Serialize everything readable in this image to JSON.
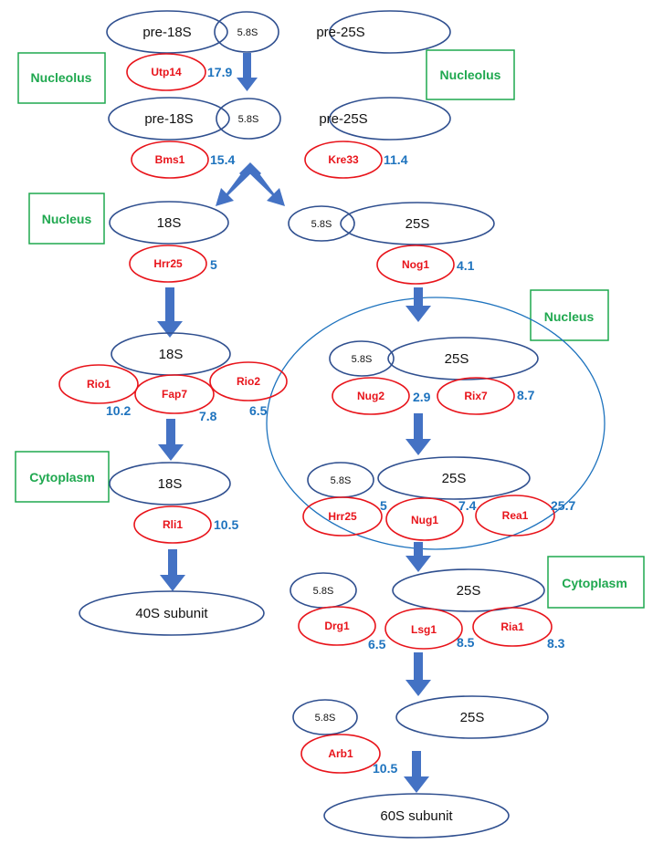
{
  "colors": {
    "rna_outline": "#2F4F8F",
    "protein": "#E8141B",
    "value": "#1E73BE",
    "compartment": "#1FA84F",
    "arrow": "#4472C4"
  },
  "compartments": {
    "nucleolus_left": "Nucleolus",
    "nucleolus_right": "Nucleolus",
    "nucleus_left": "Nucleus",
    "nucleus_right": "Nucleus",
    "cytoplasm_left": "Cytoplasm",
    "cytoplasm_right": "Cytoplasm"
  },
  "rna": {
    "pre18s_1": "pre-18S",
    "s58_1": "5.8S",
    "pre25s_1": "pre-25S",
    "pre18s_2": "pre-18S",
    "s58_2": "5.8S",
    "pre25s_2": "pre-25S",
    "s18_a": "18S",
    "s58_3": "5.8S",
    "s25_a": "25S",
    "s18_b": "18S",
    "s58_4": "5.8S",
    "s25_b": "25S",
    "s18_c": "18S",
    "s58_5": "5.8S",
    "s25_c": "25S",
    "s40": "40S subunit",
    "s58_6": "5.8S",
    "s25_d": "25S",
    "s58_7": "5.8S",
    "s25_e": "25S",
    "s60": "60S subunit"
  },
  "proteins": {
    "utp14": {
      "name": "Utp14",
      "value": "17.9"
    },
    "bms1": {
      "name": "Bms1",
      "value": "15.4"
    },
    "kre33": {
      "name": "Kre33",
      "value": "11.4"
    },
    "hrr25_a": {
      "name": "Hrr25",
      "value": "5"
    },
    "nog1": {
      "name": "Nog1",
      "value": "4.1"
    },
    "rio1": {
      "name": "Rio1",
      "value": "10.2"
    },
    "fap7": {
      "name": "Fap7",
      "value": "7.8"
    },
    "rio2": {
      "name": "Rio2",
      "value": "6.5"
    },
    "nug2": {
      "name": "Nug2",
      "value": "2.9"
    },
    "rix7": {
      "name": "Rix7",
      "value": "8.7"
    },
    "rli1": {
      "name": "Rli1",
      "value": "10.5"
    },
    "hrr25_b": {
      "name": "Hrr25",
      "value": "5"
    },
    "nug1": {
      "name": "Nug1",
      "value": "7.4"
    },
    "rea1": {
      "name": "Rea1",
      "value": "25.7"
    },
    "drg1": {
      "name": "Drg1",
      "value": "6.5"
    },
    "lsg1": {
      "name": "Lsg1",
      "value": "8.5"
    },
    "ria1": {
      "name": "Ria1",
      "value": "8.3"
    },
    "arb1": {
      "name": "Arb1",
      "value": "10.5"
    }
  }
}
